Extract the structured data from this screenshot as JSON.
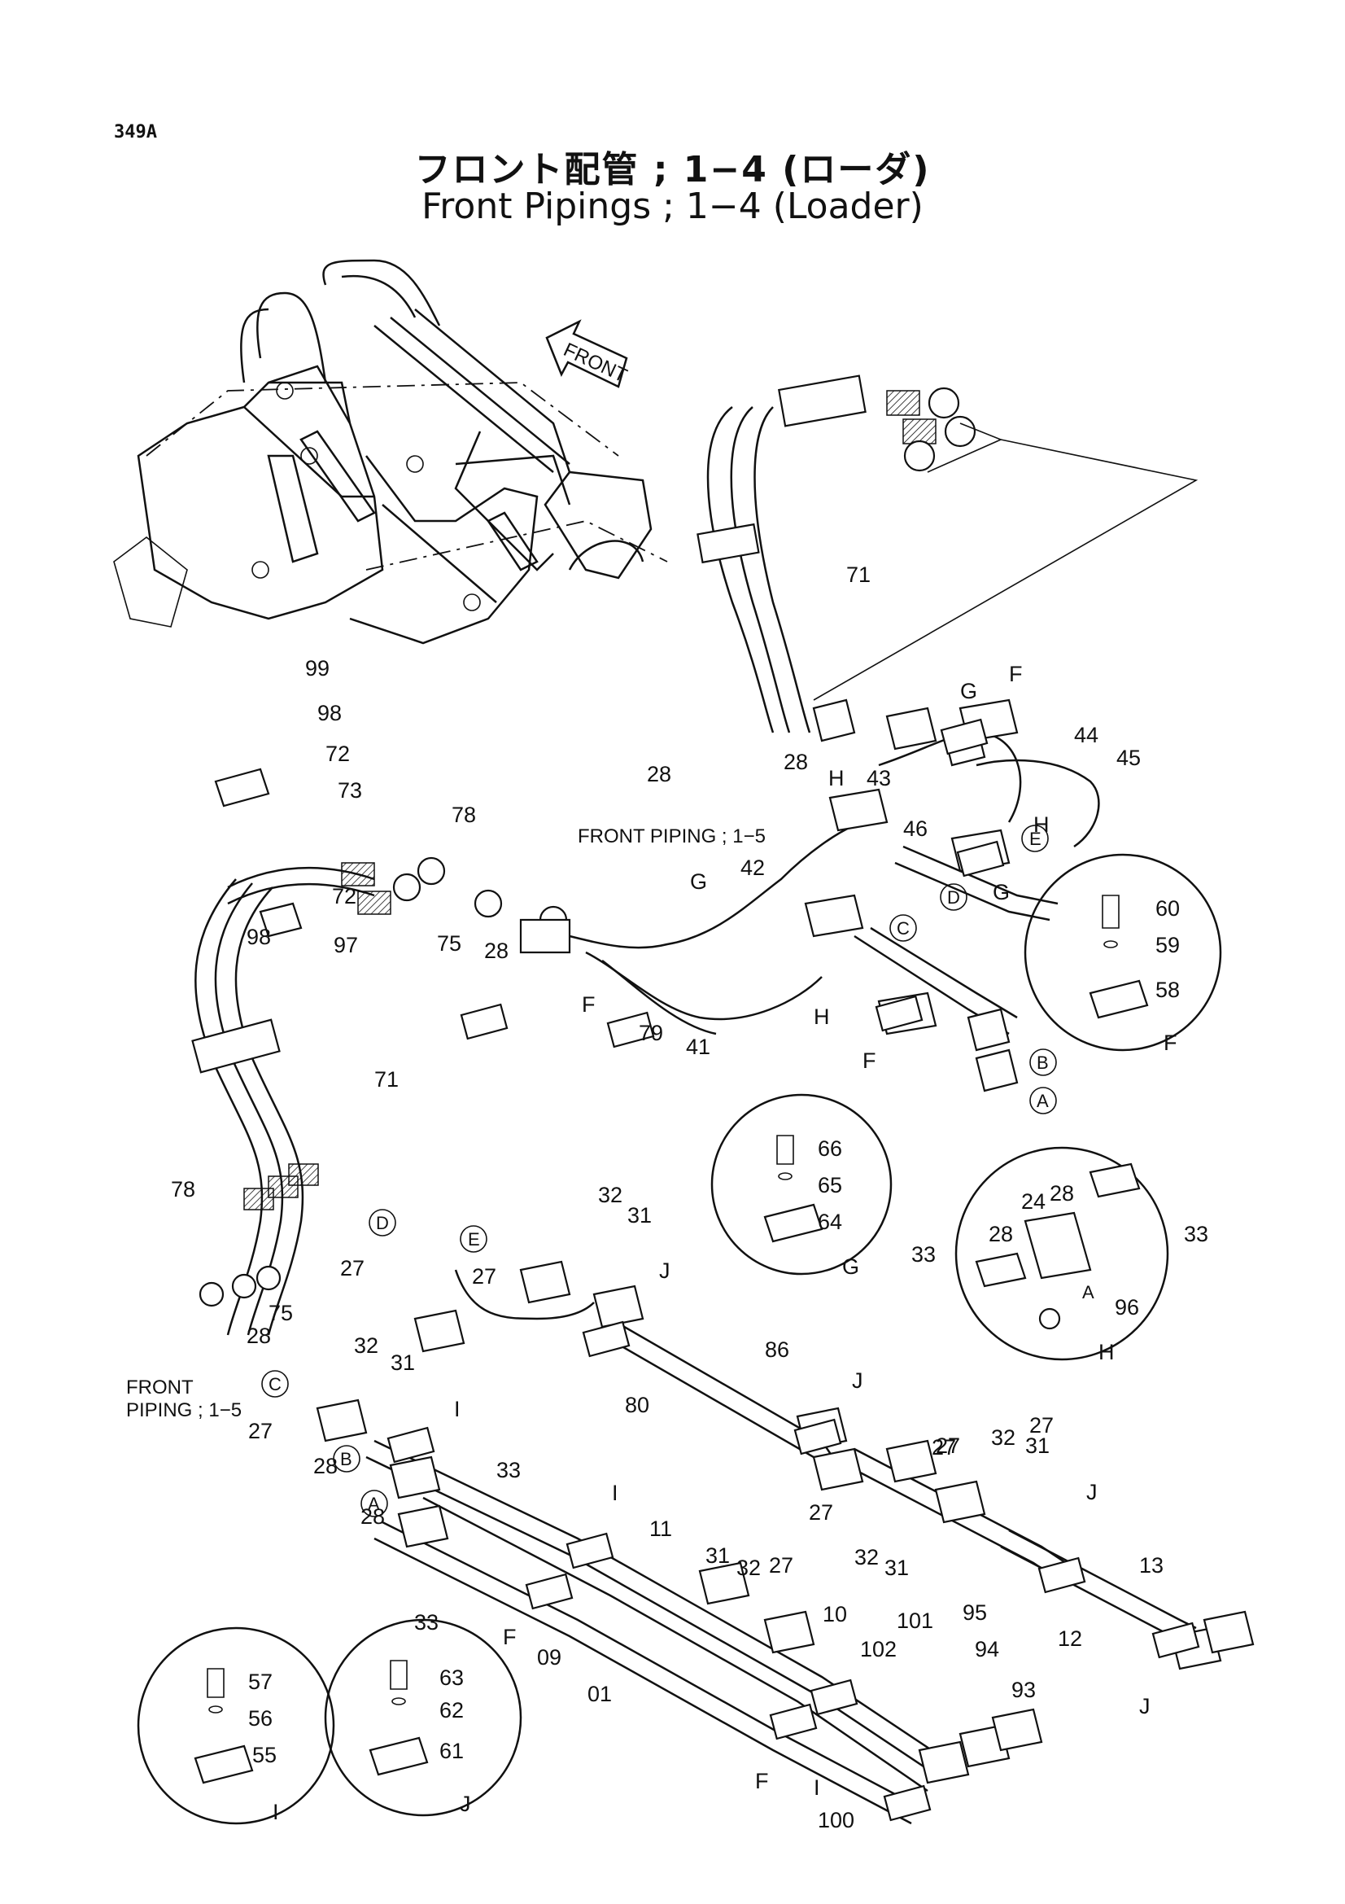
{
  "page_id": "349A",
  "title_jp": "フロント配管 ; 1−4 (ローダ)",
  "title_en": "Front Pipings ; 1−4 (Loader)",
  "front_arrow": "FRONT",
  "ref_front_piping_1": "FRONT PIPING ; 1−5",
  "ref_front_piping_2a": "FRONT",
  "ref_front_piping_2b": "PIPING ; 1−5",
  "detail_F": {
    "caption": "F",
    "p1": "60",
    "p2": "59",
    "p3": "58"
  },
  "detail_G": {
    "caption": "G",
    "p1": "66",
    "p2": "65",
    "p3": "64"
  },
  "detail_H": {
    "caption": "H",
    "p1": "28",
    "p2": "24",
    "p3": "28",
    "p4": "33",
    "p5": "33",
    "p6": "96",
    "p7": "A"
  },
  "detail_I": {
    "caption": "I",
    "p1": "57",
    "p2": "56",
    "p3": "55"
  },
  "detail_J": {
    "caption": "J",
    "p1": "63",
    "p2": "62",
    "p3": "61"
  },
  "labels": {
    "l71a": "71",
    "l71b": "71",
    "l99": "99",
    "l98a": "98",
    "l72a": "72",
    "l73": "73",
    "l78a": "78",
    "l72b": "72",
    "l98b": "98",
    "l97": "97",
    "l75a": "75",
    "l28a": "28",
    "l28b": "28",
    "l28c": "28",
    "l43": "43",
    "l44": "44",
    "l45": "45",
    "l46": "46",
    "l42": "42",
    "l79": "79",
    "l41": "41",
    "lGa": "G",
    "lGb": "G",
    "lGc": "G",
    "lHa": "H",
    "lHb": "H",
    "lHc": "H",
    "lFa": "F",
    "lFb": "F",
    "lFc": "F",
    "cA1": "A",
    "cB1": "B",
    "cC1": "C",
    "cD1": "D",
    "cE1": "E",
    "l78b": "78",
    "l75b": "75",
    "l28d": "28",
    "cD2": "D",
    "cE2": "E",
    "cC2": "C",
    "cB2": "B",
    "cA2": "A",
    "l27a": "27",
    "l27b": "27",
    "l27c": "27",
    "l27d": "27",
    "l27e": "27",
    "l27f": "27",
    "l32a": "32",
    "l31a": "31",
    "l32b": "32",
    "l31b": "31",
    "lJa": "J",
    "l86": "86",
    "l80": "80",
    "lJb": "J",
    "lIa": "I",
    "l28e": "28",
    "l28f": "28",
    "l33a": "33",
    "l33b": "33",
    "lIb": "I",
    "l11": "11",
    "l31c": "31",
    "l32c": "32",
    "l10": "10",
    "l09": "09",
    "l01": "01",
    "lFd": "F",
    "lFe": "F",
    "lIc": "I",
    "l101": "101",
    "l95": "95",
    "l102": "102",
    "l94": "94",
    "l93": "93",
    "l100": "100",
    "l32d": "32",
    "l31d": "31",
    "l32e": "32",
    "l31e": "31",
    "l27g": "27",
    "l27h": "27",
    "lJc": "J",
    "l13": "13",
    "l12": "12",
    "lJd": "J"
  }
}
